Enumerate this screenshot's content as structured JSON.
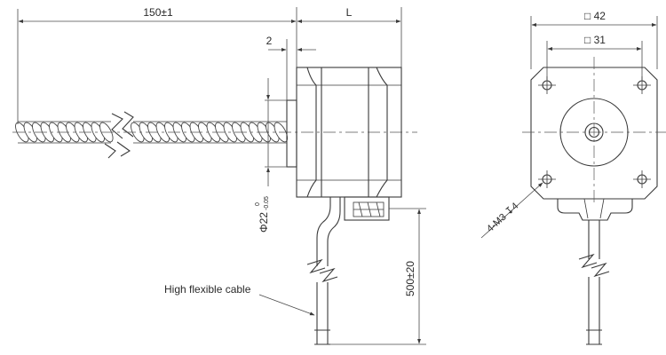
{
  "dimensions": {
    "screw_length": "150±1",
    "motor_length": "L",
    "boss_offset": "2",
    "boss_diameter_main": "Φ22",
    "boss_diameter_tol_upper": "0",
    "boss_diameter_tol_lower": "-0.05",
    "cable_length": "500±20",
    "frame_size": "□ 42",
    "hole_spacing": "□ 31",
    "mounting_holes": "4-M3 ↧4"
  },
  "labels": {
    "cable_note": "High flexible cable"
  }
}
